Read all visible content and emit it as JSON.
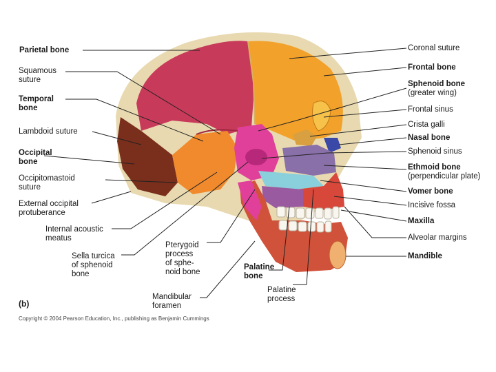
{
  "figure_label": "(b)",
  "copyright": "Copyright © 2004 Pearson Education, Inc., publishing as Benjamin Cummings",
  "labels": {
    "parietal_bone": "Parietal bone",
    "squamous_suture": "Squamous\nsuture",
    "temporal_bone": "Temporal\nbone",
    "lambdoid_suture": "Lambdoid suture",
    "occipital_bone": "Occipital\nbone",
    "occipitomastoid_suture": "Occipitomastoid\nsuture",
    "external_occipital_protuberance": "External occipital\nprotuberance",
    "internal_acoustic_meatus": "Internal acoustic\nmeatus",
    "sella_turcica": "Sella turcica\nof sphenoid\nbone",
    "pterygoid_process": "Pterygoid\nprocess\nof sphe-\nnoid bone",
    "mandibular_foramen": "Mandibular\nforamen",
    "palatine_bone": "Palatine\nbone",
    "palatine_process": "Palatine\nprocess",
    "coronal_suture": "Coronal suture",
    "frontal_bone": "Frontal bone",
    "sphenoid_bone": "Sphenoid bone",
    "sphenoid_greater_wing": "(greater wing)",
    "frontal_sinus": "Frontal sinus",
    "crista_galli": "Crista galli",
    "nasal_bone": "Nasal bone",
    "sphenoid_sinus": "Sphenoid sinus",
    "ethmoid_bone": "Ethmoid bone",
    "ethmoid_perpendicular_plate": "(perpendicular plate)",
    "vomer_bone": "Vomer bone",
    "incisive_fossa": "Incisive fossa",
    "maxilla": "Maxilla",
    "alveolar_margins": "Alveolar margins",
    "mandible": "Mandible"
  },
  "colors": {
    "parietal": "#c83a5a",
    "frontal": "#f2a12a",
    "occipital": "#7a2e1c",
    "temporal": "#f08a2c",
    "sphenoid": "#e0409a",
    "ethmoid": "#8a70a8",
    "vomer": "#8ad0dc",
    "maxilla": "#d8483a",
    "mandible": "#d0523a",
    "nasal": "#3a48a8",
    "skull_rim": "#d9c8a0"
  }
}
